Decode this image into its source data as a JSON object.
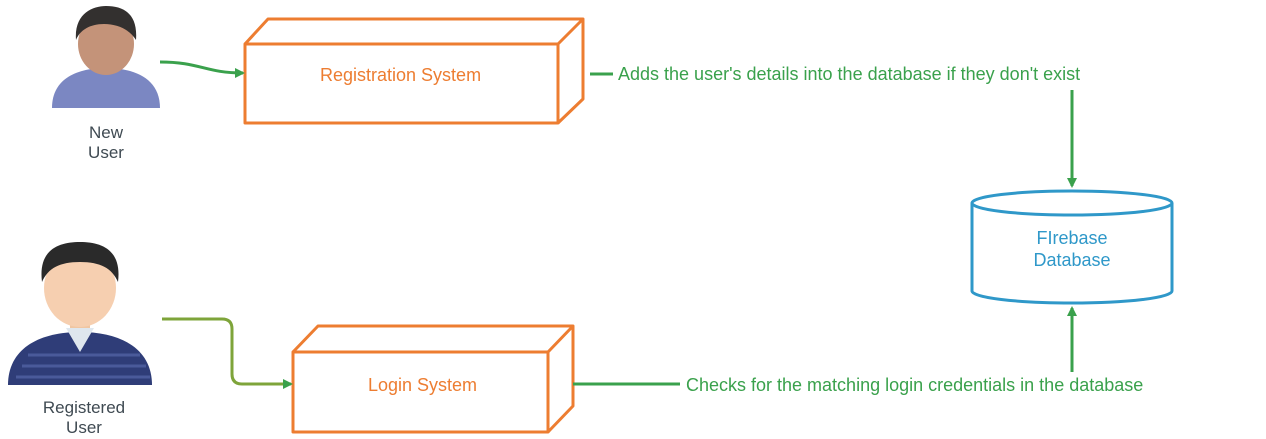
{
  "actors": {
    "new_user": "New\nUser",
    "registered_user": "Registered\nUser"
  },
  "systems": {
    "registration": "Registration System",
    "login": "Login System"
  },
  "database": "FIrebase\nDatabase",
  "edges": {
    "registration_note": "Adds the user's details into the database if they don't exist",
    "login_note": "Checks for the matching login credentials in the database"
  },
  "colors": {
    "system_outline": "#ed7d31",
    "database_outline": "#2f98c9",
    "arrow_green": "#3aa14c",
    "arrow_olive": "#7ea43a"
  }
}
